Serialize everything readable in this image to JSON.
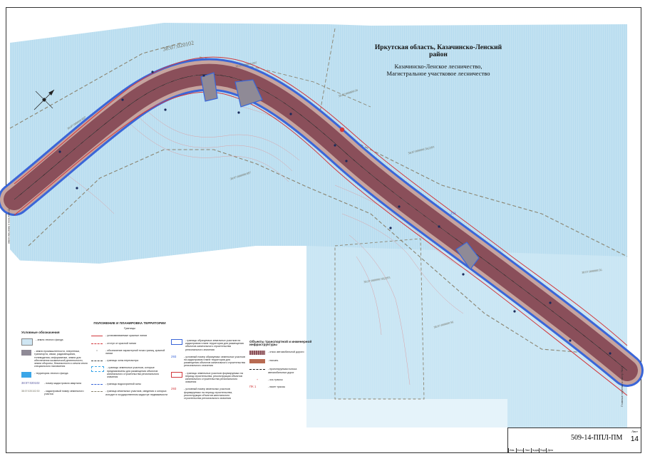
{
  "title": {
    "region": "Иркутская область, Казачинско-Ленский район",
    "forestry": "Казачинско-Ленское лесничество,",
    "district": "Магистральное участковое лесничество"
  },
  "map_labels": {
    "cadastral_main": "38:07:020102",
    "c1": "38:07:000000:897",
    "c2": "38:07:000000:897",
    "c3": "38:07:000000:897",
    "c4": "38:07:000000:56",
    "c5": "38:07:000000:56",
    "c6": "38:07:000000:56",
    "c7": "38:07:000000:56(2)93",
    "c8": "38:07:000000:56(2)93",
    "c9": "38:07:000000:56",
    "c10": "38:07:000000:56",
    "num_293": "293"
  },
  "legend_left": {
    "heading": "Условные обозначения",
    "items": [
      {
        "text": "- земли лесного фонда",
        "color": "#cfe6f3"
      },
      {
        "text": "- земли промышленности, энергетики, транспорта, связи, радиовещания, телевидения, информатики, земли для обеспечения космической деятельности, земли обороны, безопасности и земли иного специального назначения",
        "color": "#8f8a96"
      },
      {
        "text": "- территория лесного фонда",
        "color": "#3ba6e8"
      },
      {
        "text": "- номер кадастрового квартала",
        "code": "38:07:020102"
      },
      {
        "text": "- кадастровый номер земельного участка",
        "code": "38:07:020102:30"
      }
    ]
  },
  "legend_mid": {
    "heading": "ПОЛОЖЕНИЕ И ПЛАНИРОВКА ТЕРРИТОРИИ",
    "subheading": "Границы",
    "items": [
      "- устанавливаемые красные линии",
      "- отступ от красной линии",
      "- обозначение характерной точки границ, красной линии",
      "- границы зоны пересмотра",
      "- границы земельных участков, которые предназначены для размещения объектов капитального строительства регионального значения",
      "- границы водоохранной зоны",
      "- граница земельных участков, сведения о которых исходят в государственном кадастре недвижимости"
    ]
  },
  "legend_mid2": {
    "items": [
      "- границы образуемых земельных участков на кадастровом плане территории для размещения объектов капитального строительства регионального значения",
      "- условный номер образуемых земельных участков на кадастровом плане территории для размещения объектов капитального строительства регионального значения",
      "- границы земельных участков формируемых на период строительства, реконструкции объектов капитального строительства регионального значения",
      "- условный номер земельных участков формируемых на период строительства, реконструкции объектов капитального строительства регионального значения"
    ],
    "codes": [
      "293",
      "293"
    ]
  },
  "legend_right": {
    "heading": "Объекты транспортной и инженерной инфраструктуры",
    "items": [
      "- откос автомобильной дороги",
      "- насыпь",
      "- проектируемая полоса автомобильных дорог",
      "- ось трассы",
      "- пикет трассы"
    ],
    "pk_label": "ПК 1"
  },
  "side_notes": {
    "left": "Сl анализа к пикетам ниже",
    "right": "Главные чертежи к листу №13"
  },
  "stamp": {
    "code": "509-14-ППЛ-ПМ",
    "sheet_label": "Лист",
    "sheet_number": "14",
    "cols": [
      "Изм.",
      "Кол.уч",
      "Лист",
      "№док",
      "Подпись",
      "Дата"
    ]
  },
  "colors": {
    "forest": "#cfe6f3",
    "road_body": "#8a4f5a",
    "road_edge": "#3a66d8",
    "red_line": "#d2383c",
    "cadastral": "#8a8470",
    "embankment": "#c6a49f"
  }
}
